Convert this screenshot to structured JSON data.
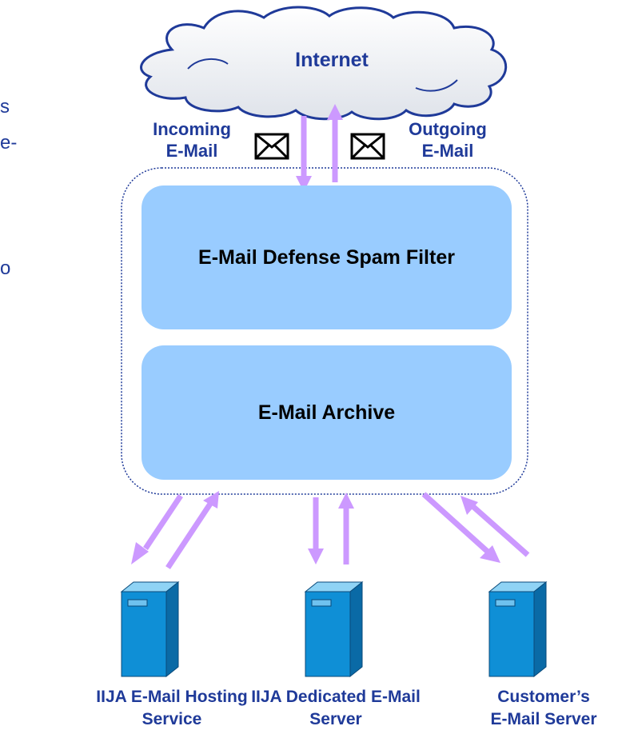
{
  "cloud": {
    "label": "Internet"
  },
  "mail_flow": {
    "incoming_line1": "Incoming",
    "incoming_line2": "E-Mail",
    "outgoing_line1": "Outgoing",
    "outgoing_line2": "E-Mail"
  },
  "panels": {
    "spam_filter": "E-Mail Defense Spam Filter",
    "archive": "E-Mail Archive"
  },
  "servers": [
    {
      "line1": "IIJA E-Mail Hosting",
      "line2": "Service"
    },
    {
      "line1": "IIJA Dedicated E-Mail",
      "line2": "Server"
    },
    {
      "line1": "Customer’s",
      "line2": "E-Mail Server"
    }
  ],
  "left_cutoff_text": [
    "s",
    "e-",
    "o"
  ],
  "colors": {
    "panel_fill": "#99ccff",
    "arrow": "#cc99ff",
    "label_text": "#1f3a99",
    "server_front": "#0f8fd6"
  }
}
